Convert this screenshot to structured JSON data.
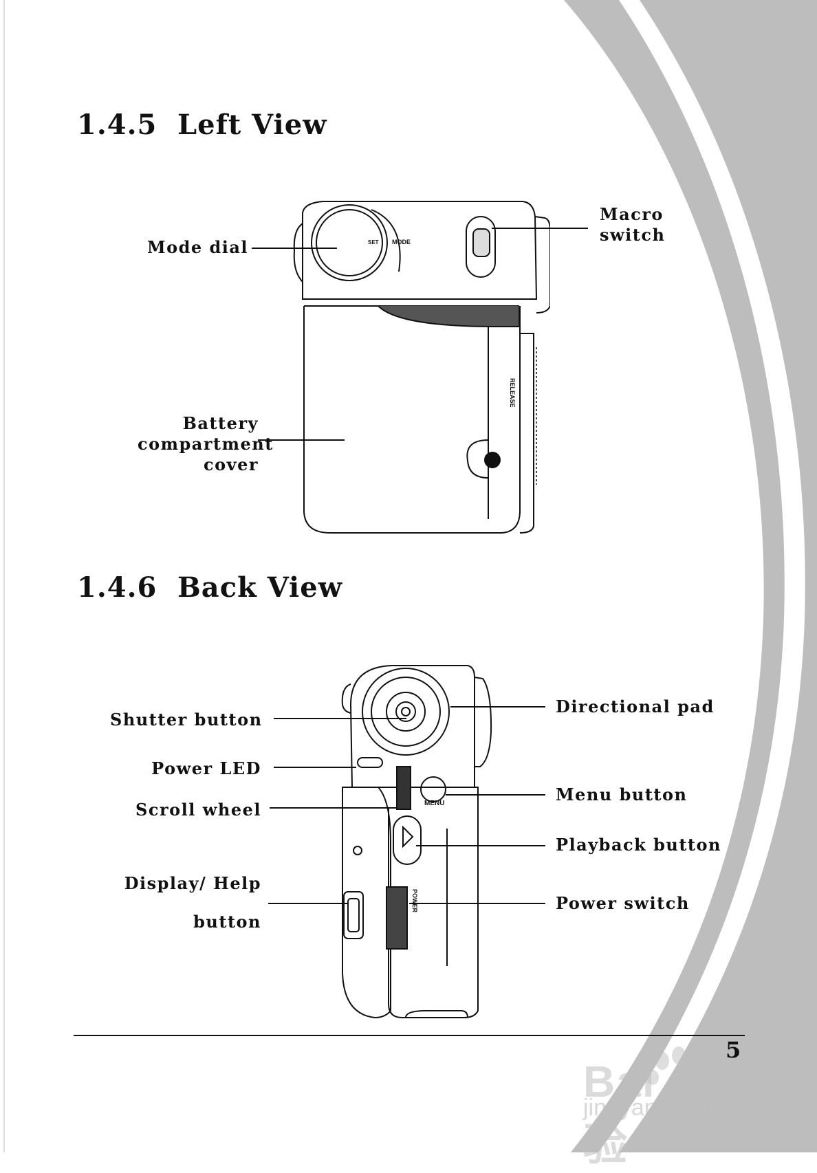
{
  "sections": [
    {
      "number": "1.4.5",
      "title": "Left View"
    },
    {
      "number": "1.4.6",
      "title": "Back View"
    }
  ],
  "left_view": {
    "mode_dial_label": "Mode dial",
    "macro_switch_label": [
      "Macro",
      "switch"
    ],
    "battery_cover_label": [
      "Battery",
      "compartment",
      "cover"
    ],
    "dial_markings": [
      "MODE",
      "SET"
    ],
    "release_marking": "RELEASE"
  },
  "back_view": {
    "shutter_button_label": "Shutter button",
    "power_led_label": "Power LED",
    "scroll_wheel_label": "Scroll wheel",
    "display_help_label": [
      "Display/ Help",
      "button"
    ],
    "directional_pad_label": "Directional pad",
    "menu_button_label": "Menu button",
    "playback_button_label": "Playback button",
    "power_switch_label": "Power switch",
    "menu_marking": "MENU",
    "power_marking": "POWER"
  },
  "footer": {
    "page_number": "5"
  },
  "watermark": {
    "brand": "Bai du 经验",
    "url": "jingyan.baidu.com"
  }
}
